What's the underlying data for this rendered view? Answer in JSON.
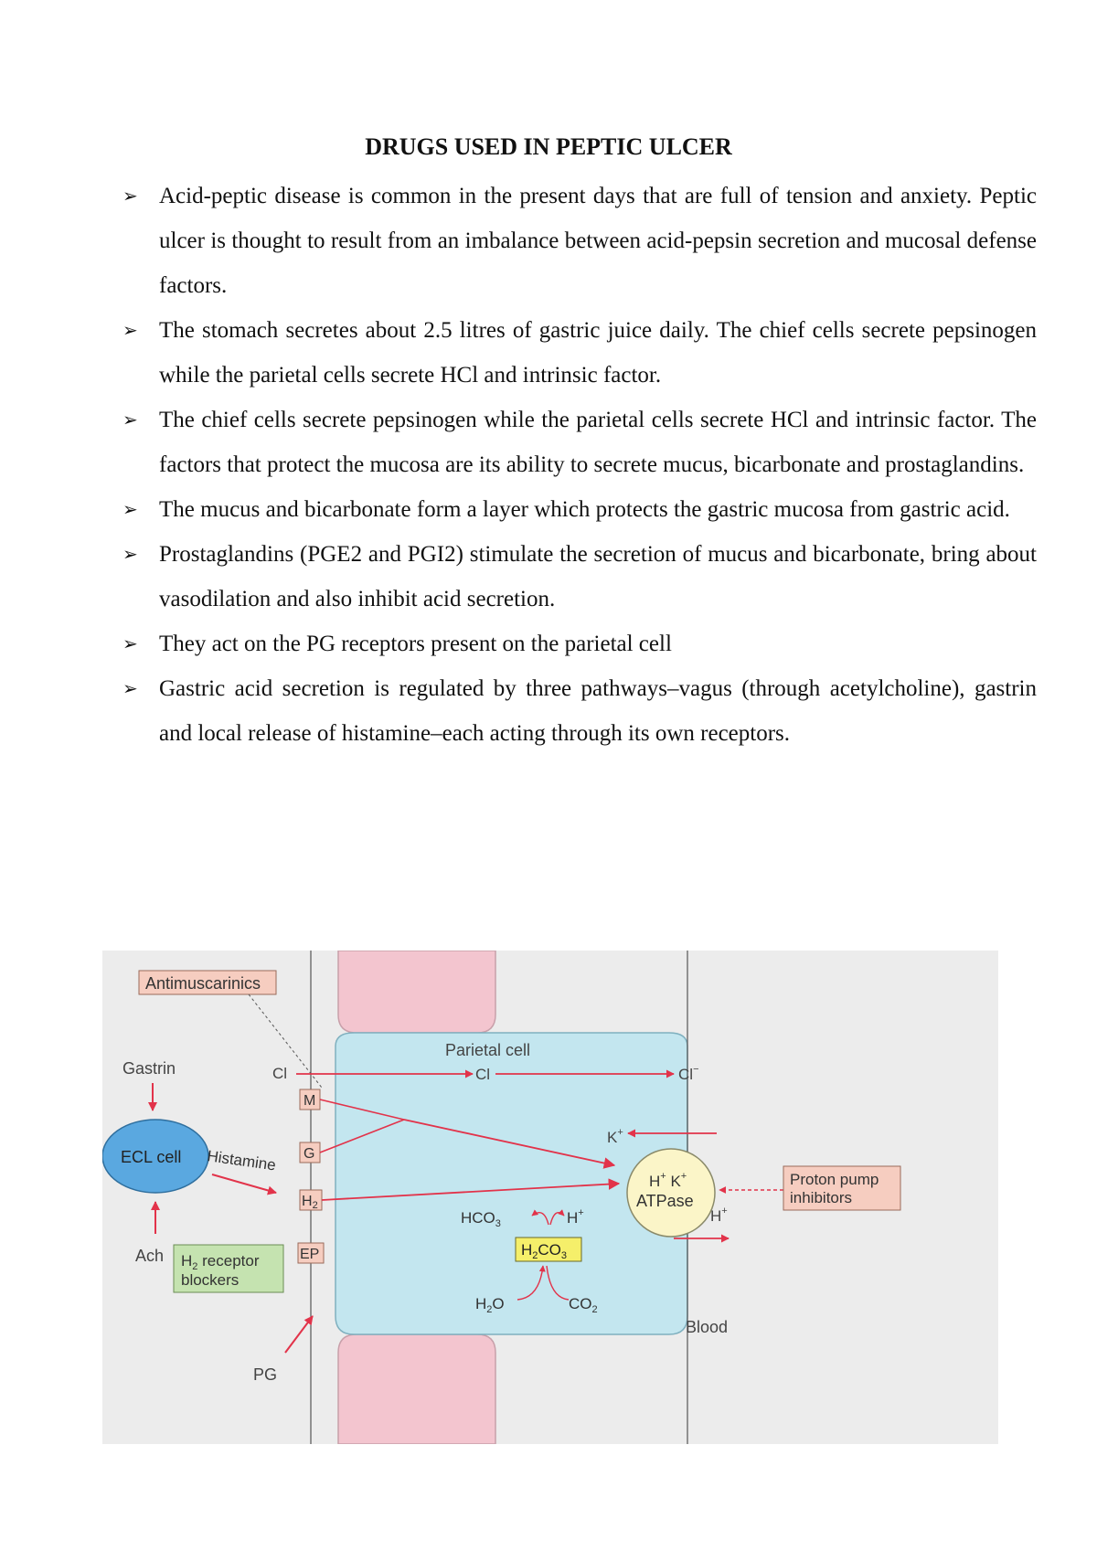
{
  "document": {
    "title": "DRUGS USED IN PEPTIC ULCER",
    "bullets": [
      "Acid-peptic disease is common in the present days that are full of tension and anxiety. Peptic ulcer is thought to result from an imbalance between acid-pepsin secretion and mucosal defense factors.",
      "The stomach secretes about 2.5 litres of gastric juice daily. The chief cells secrete pepsinogen while the parietal cells secrete HCl and intrinsic factor.",
      "The chief cells secrete pepsinogen while the parietal cells secrete HCl and intrinsic factor. The factors that protect the mucosa are its ability to secrete mucus, bicarbonate and prostaglandins.",
      "The mucus and bicarbonate form a layer which protects the gastric mucosa from gastric acid.",
      "Prostaglandins (PGE2 and PGI2) stimulate the secretion of mucus and bicarbonate, bring about vasodilation and also inhibit acid secretion.",
      "They act on the PG receptors present on the parietal cell",
      "Gastric acid secretion is regulated by three pathways–vagus (through acetylcholine), gastrin and local release of histamine–each acting through its own receptors."
    ]
  },
  "diagram": {
    "antimuscarinics": "Antimuscarinics",
    "gastrin": "Gastrin",
    "ecl_cell": "ECL cell",
    "histamine": "Histamine",
    "ach": "Ach",
    "h2_blockers_line1_base": "H",
    "h2_blockers_line1_sub": "2",
    "h2_blockers_line1_rest": " receptor",
    "h2_blockers_line2": "blockers",
    "pg": "PG",
    "cl_left": "Cl",
    "receptor_m": "M",
    "receptor_g": "G",
    "receptor_h2_base": "H",
    "receptor_h2_sub": "2",
    "receptor_ep": "EP",
    "parietal_cell": "Parietal cell",
    "cl_mid": "Cl",
    "cl_right": "Cl",
    "cl_right_sup": "−",
    "k_plus_base": "K",
    "k_plus_sup": "+",
    "atpase_h": "H",
    "atpase_h_sup": "+",
    "atpase_k": "K",
    "atpase_k_sup": "+",
    "atpase_label": "ATPase",
    "h_out_base": "H",
    "h_out_sup": "+",
    "hco3_base": "HCO",
    "hco3_sub": "3",
    "h_mid_base": "H",
    "h_mid_sup": "+",
    "h2co3_h": "H",
    "h2co3_sub1": "2",
    "h2co3_co": "CO",
    "h2co3_sub2": "3",
    "h2o_h": "H",
    "h2o_sub": "2",
    "h2o_o": "O",
    "co2_co": "CO",
    "co2_sub": "2",
    "proton_line1": "Proton pump",
    "proton_line2": "inhibitors",
    "blood": "Blood"
  }
}
